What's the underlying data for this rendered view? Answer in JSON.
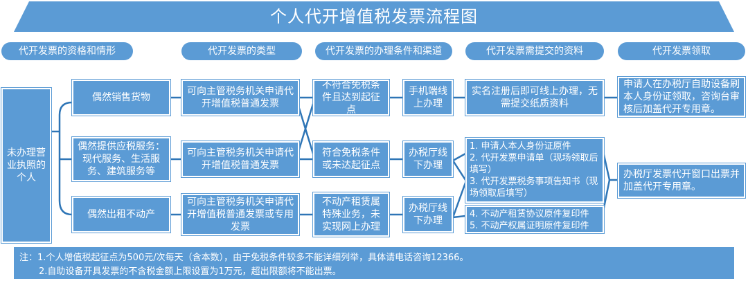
{
  "title": "个人代开增值税发票流程图",
  "headers": [
    "代开发票的资格和情形",
    "代开发票的类型",
    "代开发票的办理条件和渠道",
    "代开发票需提交的资料",
    "代开发票领取"
  ],
  "start": "未办理营业执照的个人",
  "situations": [
    "偶然销售货物",
    "偶然提供应税服务：现代服务、生活服务、建筑服务等",
    "偶然出租不动产"
  ],
  "types": [
    "可向主管税务机关申请代开增值税普通发票",
    "可向主管税务机关申请代开增值税普通发票",
    "可向主管税务机关申请代开增值税普通发票或专用发票"
  ],
  "conditions": [
    "不符合免税条件且达到起征点",
    "符合免税条件或未达起征点",
    "不动产租赁属特殊业务，未实现网上办理"
  ],
  "channels": [
    "手机端线上办理",
    "办税厅线下办理",
    "办税厅线下办理"
  ],
  "materials": {
    "online": "实名注册后即可线上办理，无需提交纸质资料",
    "offline": [
      "1. 申请人本人身份证原件",
      "2. 代开发票申请单（现场领取后填写）",
      "3. 代开发票税务事项告知书（现场领取后填写）"
    ],
    "rental": [
      "4. 不动产租赁协议原件复印件",
      "5. 不动产权属证明原件复印件"
    ]
  },
  "pickup": [
    "申请人在办税厅自助设备刷本人身份证领取，咨询台审核后加盖代开专用章。",
    "办税厅发票代开窗口出票并加盖代开专用章。"
  ],
  "notes": [
    "注：1.个人增值税起征点为500元/次每天（含本数），由于免税条件较多不能详细列举，具体请电话咨询12366。",
    "2.自助设备开具发票的不含税金额上限设置为1万元，超出限额将不能出票。"
  ],
  "colors": {
    "primary": "#5b9bd5",
    "line": "#2e75b6"
  }
}
